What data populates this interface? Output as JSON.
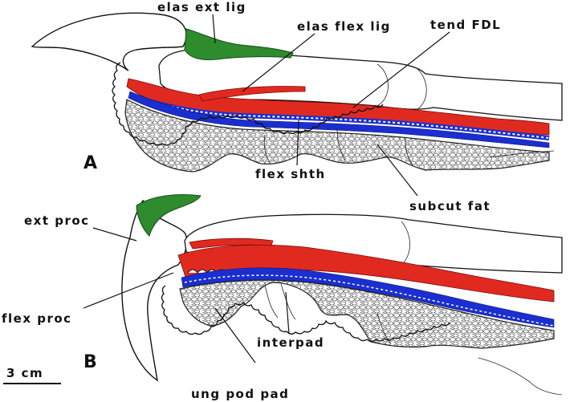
{
  "panels": {
    "a": {
      "letter": "A"
    },
    "b": {
      "letter": "B"
    }
  },
  "labels": {
    "elas_ext_lig": "elas ext lig",
    "elas_flex_lig": "elas flex lig",
    "tend_fdl": "tend FDL",
    "flex_shth": "flex shth",
    "subcut_fat": "subcut fat",
    "ext_proc": "ext proc",
    "flex_proc": "flex proc",
    "interpad": "interpad",
    "ung_pod_pad": "ung pod pad"
  },
  "scale_bar": {
    "label": "3 cm"
  },
  "colors": {
    "ligament": "#2e8b2e",
    "tendon_red": "#e02a20",
    "sheath_blue": "#1b2fd0"
  }
}
